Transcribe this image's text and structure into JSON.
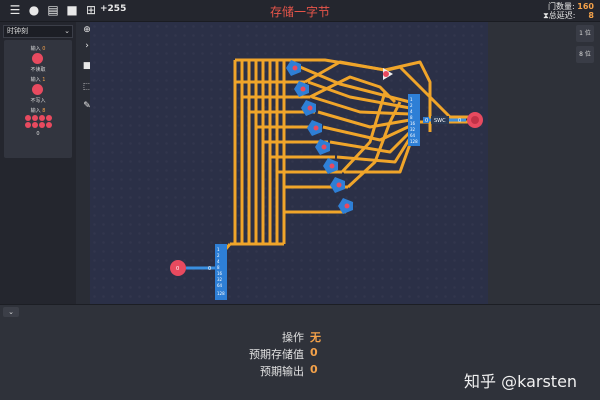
{
  "app": {
    "title": "存储一字节"
  },
  "topbar": {
    "score": "+255",
    "icons": [
      "menu-icon",
      "chat-icon",
      "document-icon",
      "save-icon",
      "hierarchy-icon"
    ],
    "stats": [
      {
        "label": "门数量:",
        "value": "160"
      },
      {
        "label": "总延迟:",
        "value": "8"
      }
    ]
  },
  "sidebar": {
    "dropdown": "时钟刻",
    "components": [
      {
        "label": "输入",
        "num": "0",
        "sub": "不读取"
      },
      {
        "label": "输入",
        "num": "1",
        "sub": "不写入"
      },
      {
        "label": "输入",
        "num": "8",
        "sub": "0"
      }
    ]
  },
  "tools": [
    "zoom-in-icon",
    "arrow-icon",
    "stop-icon",
    "select-icon",
    "pencil-icon"
  ],
  "tools2": [
    "zoom-out-icon",
    "play-icon",
    "trash-icon",
    "color-icon"
  ],
  "canvas": {
    "input_values": [
      "0",
      "0"
    ],
    "input_byte_labels": [
      "1",
      "2",
      "4",
      "8",
      "16",
      "32",
      "64",
      "128"
    ],
    "output_byte_labels": [
      "1",
      "2",
      "4",
      "8",
      "16",
      "32",
      "64",
      "128"
    ],
    "switch_label": "SWC",
    "output_values": [
      "0",
      "0"
    ]
  },
  "right_panel": {
    "buttons": [
      "1 位",
      "8 位"
    ]
  },
  "bottom": {
    "rows": [
      {
        "key": "操作",
        "value": "无"
      },
      {
        "key": "预期存储值",
        "value": "0"
      },
      {
        "key": "预期输出",
        "value": "0"
      }
    ]
  },
  "watermark": "知乎 @karsten",
  "colors": {
    "wire": "#f0a52a",
    "pin": "#e84a5f",
    "component": "#2e7fd6",
    "accent": "#f4a24a",
    "title": "#e8554a"
  }
}
